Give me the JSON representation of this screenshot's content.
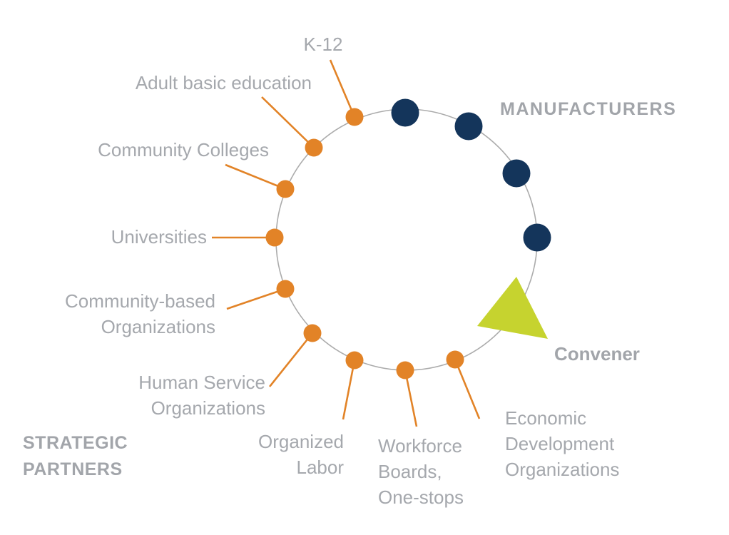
{
  "figure": {
    "type": "network-circle-diagram",
    "description": "Sector partnership roles: strategic partners, manufacturers, convener"
  },
  "colors": {
    "partner_orange": "#E28327",
    "manufacturer_navy": "#14355B",
    "convener_green": "#C6D32F",
    "label_gray": "#A5A8AD",
    "heading_gray": "#A2A5AA",
    "circle_stroke_gray": "#ABABAB"
  },
  "headings": {
    "manufacturers": "MANUFACTURERS",
    "strategic_partners": "STRATEGIC\nPARTNERS",
    "convener": "Convener"
  },
  "manufacturers": {
    "node_count": 4
  },
  "convener": {
    "node_count": 1
  },
  "partners": [
    {
      "id": "k12",
      "label": "K-12"
    },
    {
      "id": "adult-basic-education",
      "label": "Adult basic education"
    },
    {
      "id": "community-colleges",
      "label": "Community Colleges"
    },
    {
      "id": "universities",
      "label": "Universities"
    },
    {
      "id": "community-based-organizations",
      "label": "Community-based\nOrganizations"
    },
    {
      "id": "human-service-organizations",
      "label": "Human Service\nOrganizations"
    },
    {
      "id": "organized-labor",
      "label": "Organized\nLabor"
    },
    {
      "id": "workforce-boards-one-stops",
      "label": "Workforce\nBoards,\nOne-stops"
    },
    {
      "id": "economic-development-organizations",
      "label": "Economic\nDevelopment\nOrganizations"
    }
  ]
}
